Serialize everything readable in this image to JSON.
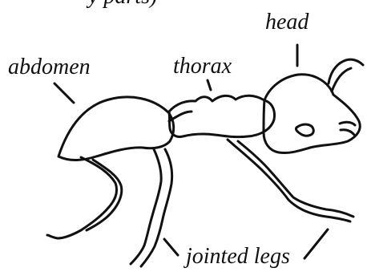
{
  "top_text_fragment": "y parts)",
  "labels": {
    "head": "head",
    "thorax": "thorax",
    "abdomen": "abdomen",
    "legs": "jointed legs"
  }
}
